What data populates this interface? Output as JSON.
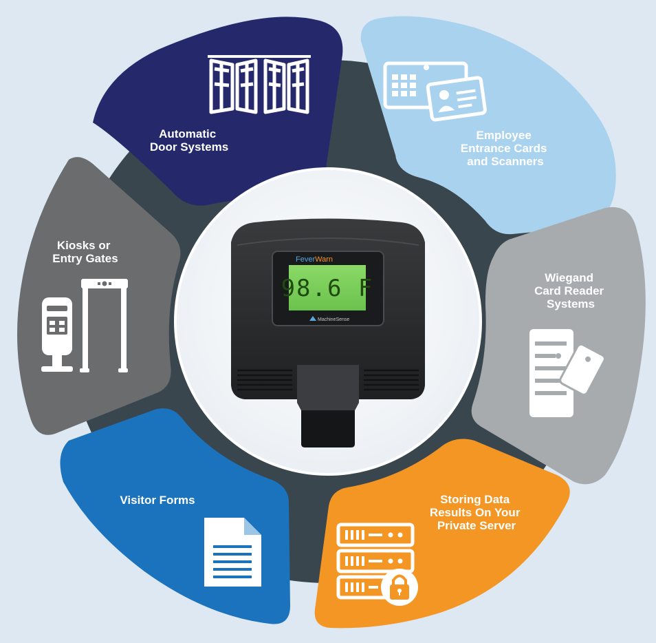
{
  "segments": [
    {
      "id": "automatic-doors",
      "lines": [
        "Automatic",
        "Door Systems"
      ],
      "color": "#25296b"
    },
    {
      "id": "employee-cards",
      "lines": [
        "Employee",
        "Entrance Cards",
        "and Scanners"
      ],
      "color": "#a9d2ef"
    },
    {
      "id": "wiegand",
      "lines": [
        "Wiegand",
        "Card Reader",
        "Systems"
      ],
      "color": "#a8abae"
    },
    {
      "id": "storing-data",
      "lines": [
        "Storing Data",
        "Results On Your",
        "Private Server"
      ],
      "color": "#f49624"
    },
    {
      "id": "visitor-forms",
      "lines": [
        "Visitor Forms"
      ],
      "color": "#1b72bd"
    },
    {
      "id": "kiosks",
      "lines": [
        "Kiosks or",
        "Entry Gates"
      ],
      "color": "#6a6c6e"
    }
  ],
  "device": {
    "brand_fever": "Fever",
    "brand_warn": "Warn",
    "reading": "98.6 F",
    "maker": "MachineSense"
  },
  "colors": {
    "background": "#dde8f3",
    "ring": "#3a464d",
    "device_body": "#2b2c2e",
    "lcd": "#7fd15e"
  }
}
